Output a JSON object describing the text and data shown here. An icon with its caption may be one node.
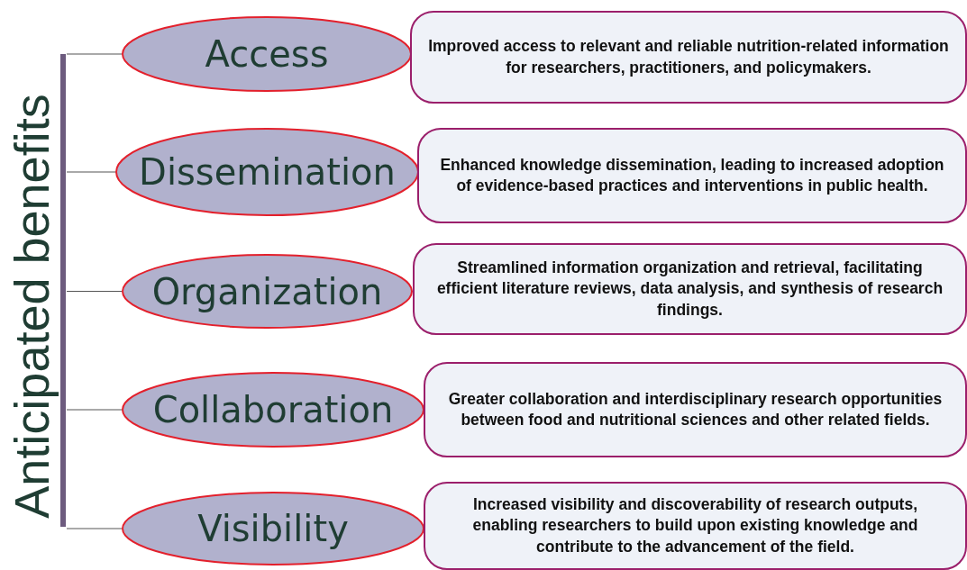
{
  "diagram": {
    "nodes": [
      {
        "text": [
          "Anticipated benefits"
        ]
      },
      {
        "text": [
          "Access"
        ]
      },
      {
        "text": [
          "Improved access to relevant and reliable nutrition-related information for researchers, practitioners, and policymakers."
        ]
      },
      {
        "text": [
          "Dissemination"
        ]
      },
      {
        "text": [
          "Enhanced knowledge dissemination, leading to increased adoption of evidence-based practices and interventions in public health."
        ]
      },
      {
        "text": [
          "Organization"
        ]
      },
      {
        "text": [
          "Streamlined information organization and retrieval, facilitating efficient literature reviews, data analysis, and synthesis of research findings."
        ]
      },
      {
        "text": [
          "Collaboration"
        ]
      },
      {
        "text": [
          "Greater collaboration and interdisciplinary research opportunities between food and nutritional sciences and other related fields."
        ]
      },
      {
        "text": [
          "Visibility"
        ]
      },
      {
        "text": [
          "Increased visibility and discoverability of research outputs, enabling researchers to build upon existing knowledge and contribute to the advancement of the field."
        ]
      }
    ],
    "edges": [
      {
        "from": 0,
        "to": 1,
        "arrow": "none"
      },
      {
        "from": 0,
        "to": 3,
        "arrow": "none"
      },
      {
        "from": 0,
        "to": 5,
        "arrow": "none"
      },
      {
        "from": 0,
        "to": 7,
        "arrow": "none"
      },
      {
        "from": 0,
        "to": 9,
        "arrow": "none"
      }
    ]
  }
}
